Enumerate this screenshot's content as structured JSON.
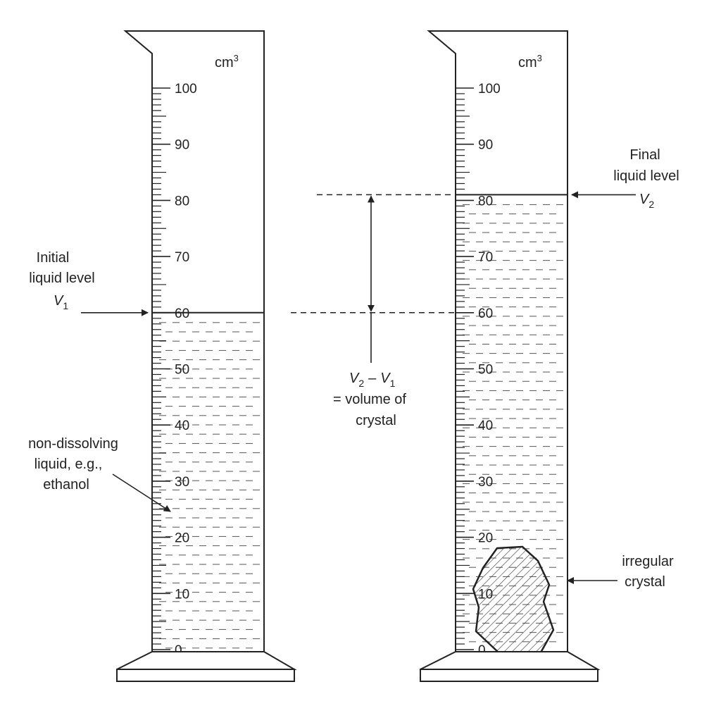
{
  "diagram": {
    "unit": {
      "base": "cm",
      "exponent": "3"
    },
    "scale_labels": [
      "0",
      "10",
      "20",
      "30",
      "40",
      "50",
      "60",
      "70",
      "80",
      "90",
      "100"
    ],
    "left_cylinder": {
      "liquid_level": 60,
      "initial_label": {
        "line1": "Initial",
        "line2": "liquid level",
        "var": "V",
        "sub": "1"
      },
      "liquid_label": {
        "line1": "non-dissolving",
        "line2": "liquid, e.g.,",
        "line3": "ethanol"
      }
    },
    "right_cylinder": {
      "liquid_level": 81,
      "final_label": {
        "line1": "Final",
        "line2": "liquid level",
        "var": "V",
        "sub": "2"
      },
      "crystal_label": {
        "line1": "irregular",
        "line2": "crystal"
      }
    },
    "difference_label": {
      "v2": "V",
      "v2_sub": "2",
      "minus": "–",
      "v1": "V",
      "v1_sub": "1",
      "line2": "= volume of",
      "line3": "crystal"
    },
    "colors": {
      "stroke": "#222222",
      "background": "#ffffff"
    }
  }
}
